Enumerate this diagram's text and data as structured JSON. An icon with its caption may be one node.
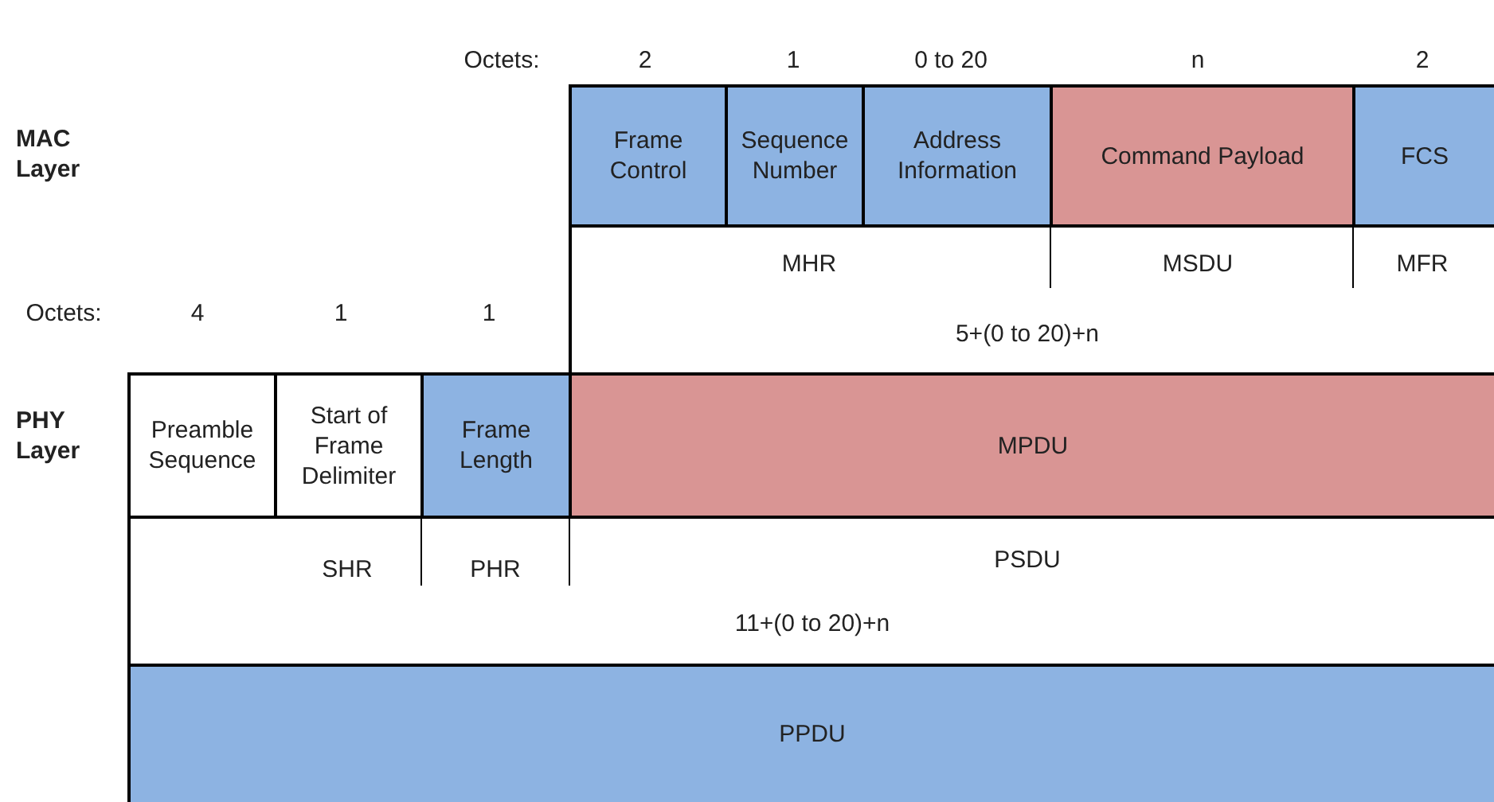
{
  "diagram": {
    "nodes": [
      {
        "text": [
          "Frame Control"
        ]
      },
      {
        "text": [
          "Sequence Number"
        ]
      },
      {
        "text": [
          "Address Information"
        ]
      },
      {
        "text": [
          "Command Payload"
        ]
      },
      {
        "text": [
          "FCS"
        ]
      },
      {
        "text": [
          "Preamble Sequence"
        ]
      },
      {
        "text": [
          "Start of Frame Delimiter"
        ]
      },
      {
        "text": [
          "Frame Length"
        ]
      },
      {
        "text": [
          "MPDU"
        ]
      },
      {
        "text": [
          "PPDU"
        ]
      }
    ],
    "labels": [
      "Octets:",
      "2",
      "1",
      "0 to 20",
      "n",
      "2",
      "MAC Layer",
      "MHR",
      "MSDU",
      "MFR",
      "Octets:",
      "4",
      "1",
      "1",
      "5+(0 to 20)+n",
      "PHY Layer",
      "SHR",
      "PHR",
      "PSDU",
      "11+(0 to 20)+n"
    ]
  }
}
